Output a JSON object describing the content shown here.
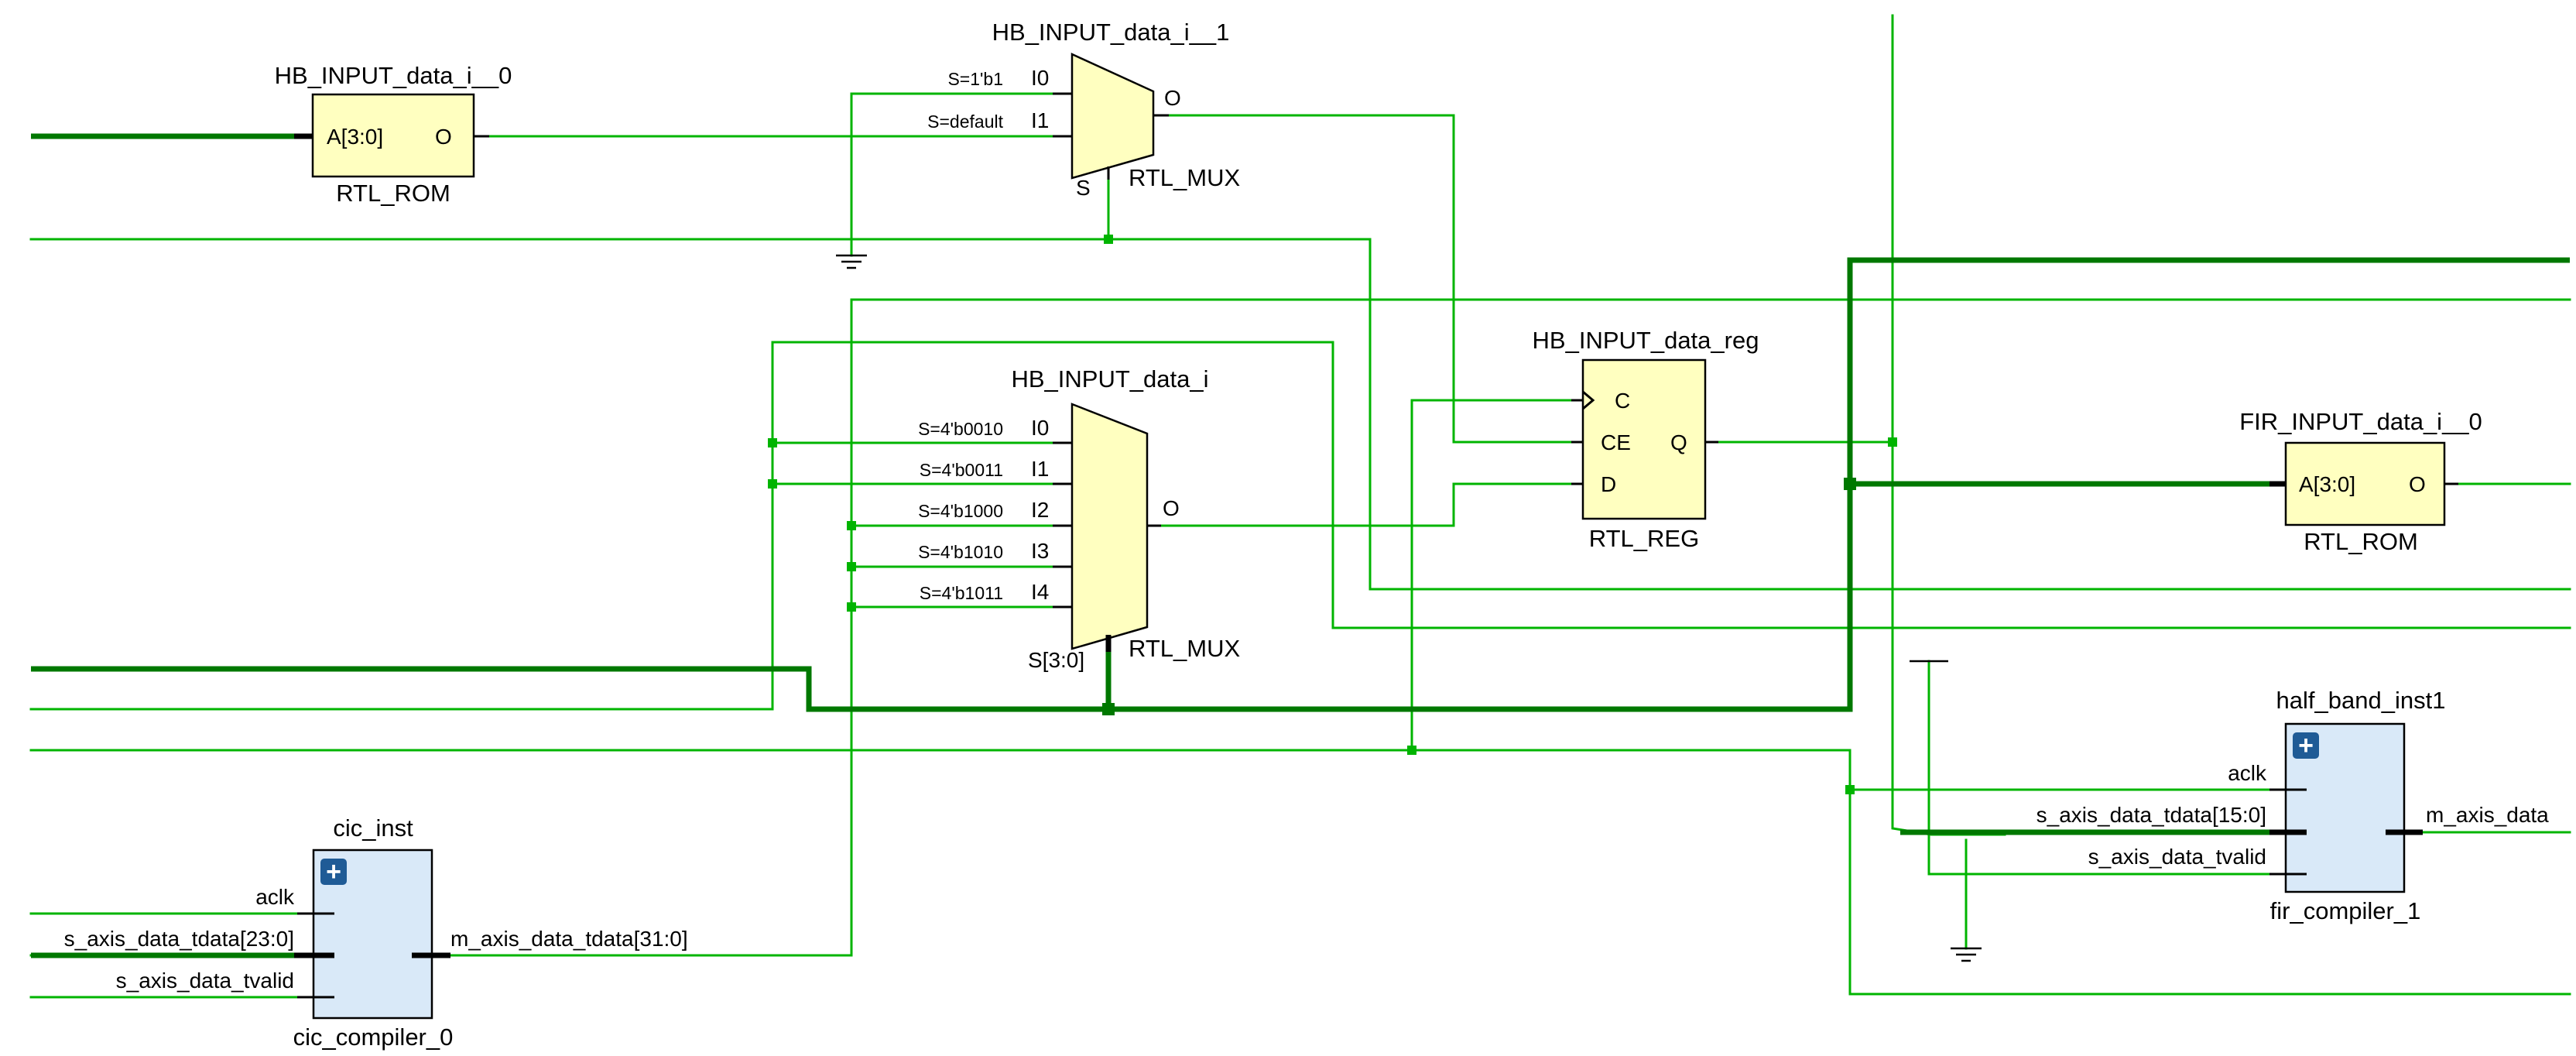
{
  "hb_rom": {
    "instance": "HB_INPUT_data_i__0",
    "type": "RTL_ROM",
    "pin_in": "A[3:0]",
    "pin_out": "O"
  },
  "hb_mux1": {
    "instance": "HB_INPUT_data_i__1",
    "type": "RTL_MUX",
    "sel": "S",
    "out": "O",
    "inputs": [
      {
        "cond": "S=1'b1",
        "pin": "I0"
      },
      {
        "cond": "S=default",
        "pin": "I1"
      }
    ]
  },
  "hb_mux": {
    "instance": "HB_INPUT_data_i",
    "type": "RTL_MUX",
    "sel": "S[3:0]",
    "out": "O",
    "inputs": [
      {
        "cond": "S=4'b0010",
        "pin": "I0"
      },
      {
        "cond": "S=4'b0011",
        "pin": "I1"
      },
      {
        "cond": "S=4'b1000",
        "pin": "I2"
      },
      {
        "cond": "S=4'b1010",
        "pin": "I3"
      },
      {
        "cond": "S=4'b1011",
        "pin": "I4"
      }
    ]
  },
  "hb_reg": {
    "instance": "HB_INPUT_data_reg",
    "type": "RTL_REG",
    "pin_c": "C",
    "pin_ce": "CE",
    "pin_d": "D",
    "pin_q": "Q"
  },
  "fir_rom": {
    "instance": "FIR_INPUT_data_i__0",
    "type": "RTL_ROM",
    "pin_in": "A[3:0]",
    "pin_out": "O"
  },
  "half_band": {
    "instance": "half_band_inst1",
    "module": "fir_compiler_1",
    "expand_glyph": "+",
    "pins": {
      "aclk": "aclk",
      "tdata": "s_axis_data_tdata[15:0]",
      "tvalid": "s_axis_data_tvalid",
      "mdata": "m_axis_data"
    }
  },
  "cic": {
    "instance": "cic_inst",
    "module": "cic_compiler_0",
    "expand_glyph": "+",
    "pins": {
      "aclk": "aclk",
      "tdata": "s_axis_data_tdata[23:0]",
      "tvalid": "s_axis_data_tvalid",
      "mdata": "m_axis_data_tdata[31:0]"
    }
  },
  "icons": {
    "ground": "ground-icon",
    "expand": "expand-plus-icon",
    "clock": "clock-triangle-icon"
  },
  "colors": {
    "net": "#00b400",
    "bus": "#007800",
    "rtl_cell": "#ffffc0",
    "ip_cell": "#d9e9f8",
    "expand_button": "#1f5b96"
  }
}
